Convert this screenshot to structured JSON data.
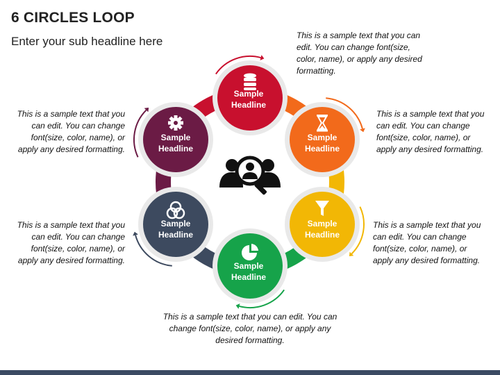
{
  "title": "6 CIRCLES LOOP",
  "subtitle": "Enter your sub headline here",
  "nodes": [
    {
      "label": "Sample Headline",
      "color": "#c8102e",
      "icon": "database-icon",
      "text": "This is a sample text that you can edit. You can change font(size, color, name), or apply any desired formatting."
    },
    {
      "label": "Sample Headline",
      "color": "#f26a1b",
      "icon": "hourglass-icon",
      "text": "This is a sample text that you can edit. You can change font(size, color, name), or apply any desired formatting."
    },
    {
      "label": "Sample Headline",
      "color": "#f2b705",
      "icon": "filter-icon",
      "text": "This is a sample text that you can edit. You can change font(size, color, name), or apply any desired formatting."
    },
    {
      "label": "Sample Headline",
      "color": "#16a34a",
      "icon": "pie-chart-icon",
      "text": "This is a sample text that you can edit. You can change font(size, color, name), or apply any desired formatting."
    },
    {
      "label": "Sample Headline",
      "color": "#3d4a5f",
      "icon": "venn-icon",
      "text": "This is a sample text that you can edit. You can change font(size, color, name), or apply any desired formatting."
    },
    {
      "label": "Sample Headline",
      "color": "#6b1b45",
      "icon": "gear-icon",
      "text": "This is a sample text that you can edit. You can change font(size, color, name), or apply any desired formatting."
    }
  ],
  "center_icon": "team-search-icon"
}
